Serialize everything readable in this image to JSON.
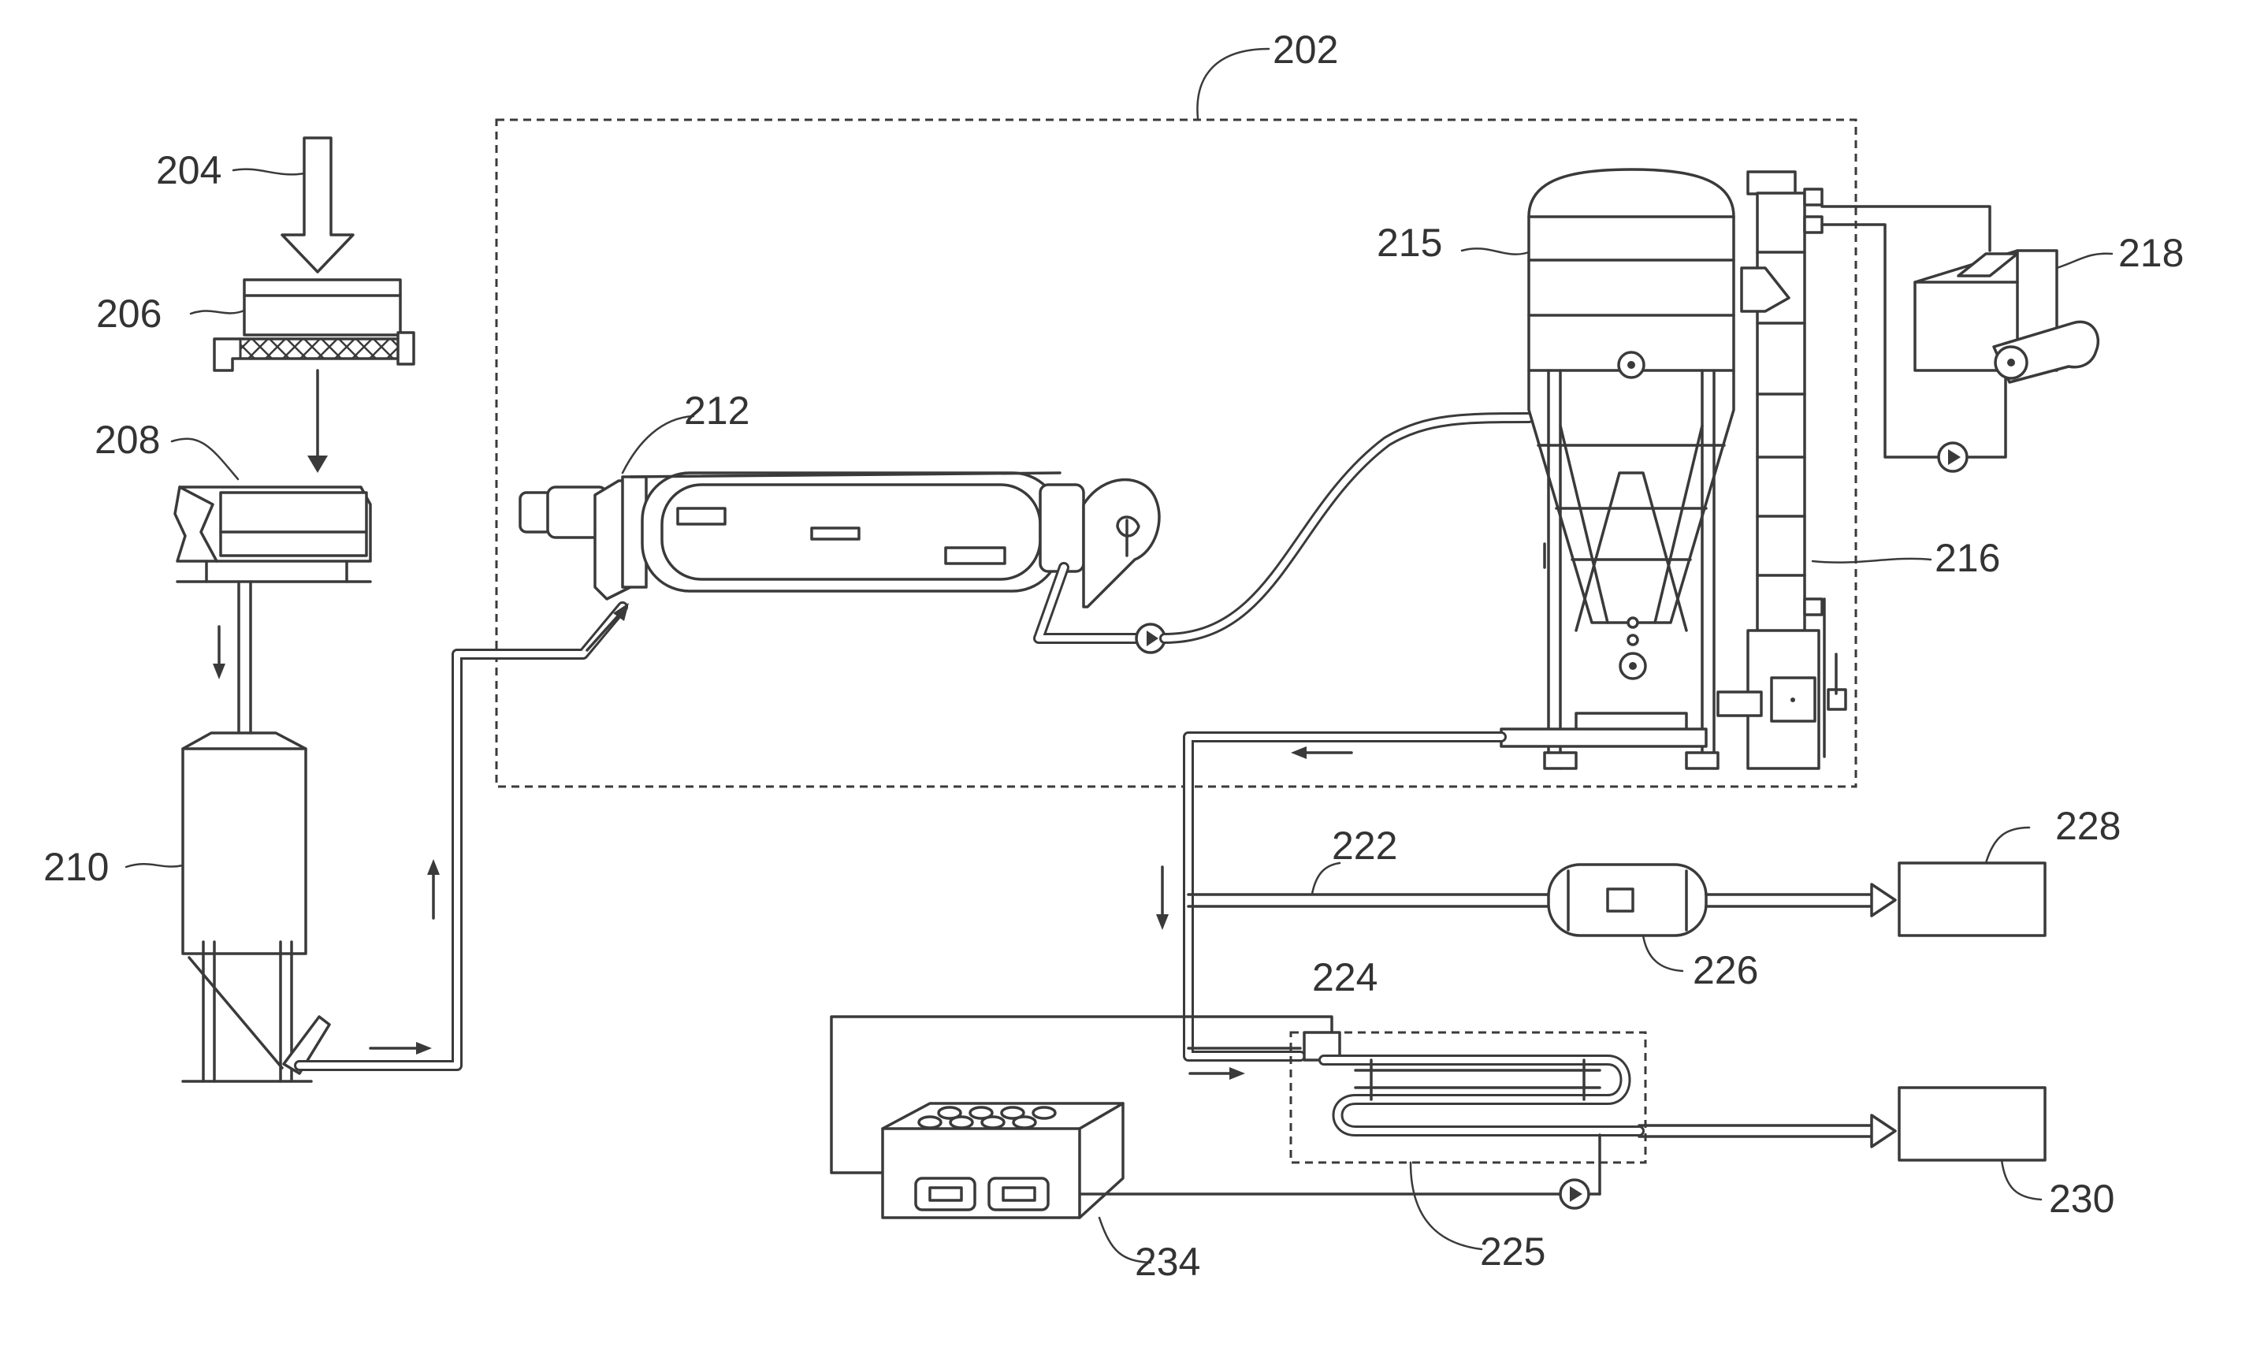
{
  "labels": {
    "l202": "202",
    "l204": "204",
    "l206": "206",
    "l208": "208",
    "l210": "210",
    "l212": "212",
    "l215": "215",
    "l216": "216",
    "l218": "218",
    "l222": "222",
    "l224": "224",
    "l225": "225",
    "l226": "226",
    "l228": "228",
    "l230": "230",
    "l234": "234"
  }
}
